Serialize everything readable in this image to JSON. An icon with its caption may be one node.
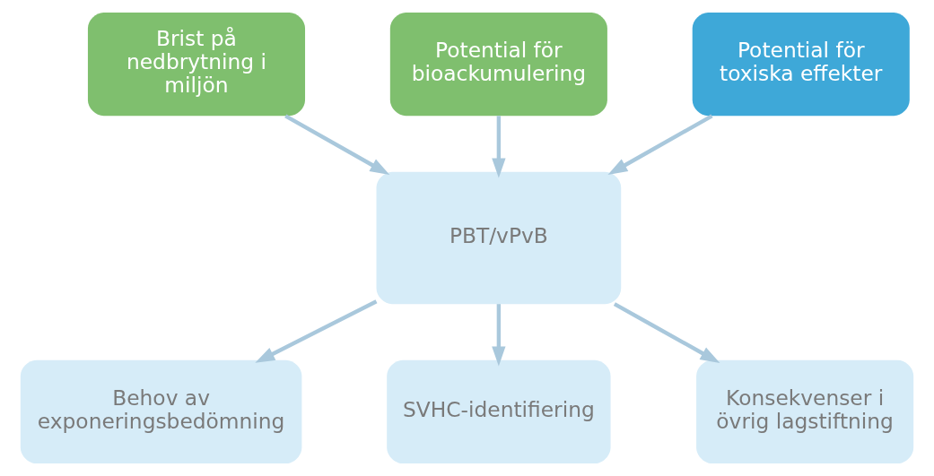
{
  "diagram": {
    "nodes": [
      {
        "text": [
          "Brist på nedbrytning i miljön"
        ]
      },
      {
        "text": [
          "Potential för bioackumulering"
        ]
      },
      {
        "text": [
          "Potential för toxiska effekter"
        ]
      },
      {
        "text": [
          "PBT/vPvB"
        ]
      },
      {
        "text": [
          "Behov av exponeringsbedömning"
        ]
      },
      {
        "text": [
          "SVHC-identifiering"
        ]
      },
      {
        "text": [
          "Konsekvenser i övrig lagstiftning"
        ]
      }
    ],
    "edges": [
      {
        "from": 0,
        "to": 3,
        "arrow": "to"
      },
      {
        "from": 1,
        "to": 3,
        "arrow": "to"
      },
      {
        "from": 2,
        "to": 3,
        "arrow": "to"
      },
      {
        "from": 3,
        "to": 4,
        "arrow": "to"
      },
      {
        "from": 3,
        "to": 5,
        "arrow": "to"
      },
      {
        "from": 3,
        "to": 6,
        "arrow": "to"
      }
    ]
  }
}
